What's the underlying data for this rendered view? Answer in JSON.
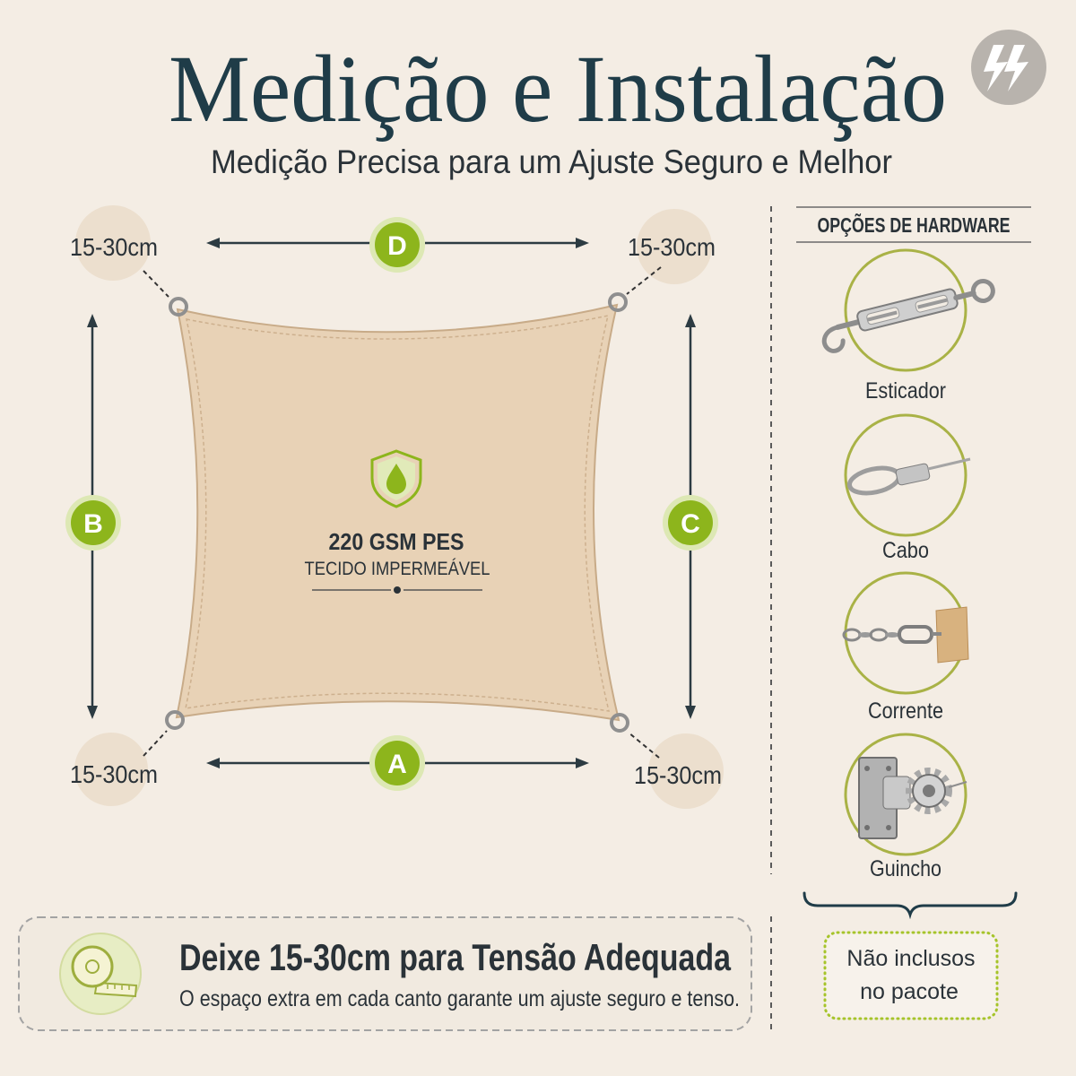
{
  "title": "Medição e Instalação",
  "subtitle": "Medição Precisa para um Ajuste Seguro e Melhor",
  "logo": {
    "icon": "lightning-bolt-logo-icon"
  },
  "diagram": {
    "corner_gaps": {
      "top_left": "15-30cm",
      "top_right": "15-30cm",
      "bottom_left": "15-30cm",
      "bottom_right": "15-30cm"
    },
    "sides": {
      "top": "D",
      "bottom": "A",
      "left": "B",
      "right": "C"
    },
    "fabric": {
      "icon": "water-drop-shield-icon",
      "line1": "220 GSM PES",
      "line2": "TECIDO IMPERMEÁVEL"
    }
  },
  "hardware": {
    "heading": "OPÇÕES DE HARDWARE",
    "items": [
      {
        "label": "Esticador",
        "icon": "turnbuckle-icon"
      },
      {
        "label": "Cabo",
        "icon": "wire-cable-icon"
      },
      {
        "label": "Corrente",
        "icon": "chain-icon"
      },
      {
        "label": "Guincho",
        "icon": "winch-icon"
      }
    ],
    "note_line1": "Não inclusos",
    "note_line2": "no pacote"
  },
  "tip": {
    "icon": "measuring-tape-icon",
    "heading": "Deixe 15-30cm para Tensão Adequada",
    "text": "O espaço extra em cada canto garante um ajuste seguro e tenso."
  },
  "colors": {
    "background": "#f4ede4",
    "title": "#1f3c48",
    "accent_green": "#8db51c",
    "text_dark": "#2a3238",
    "sail": "#e8d2b6"
  }
}
